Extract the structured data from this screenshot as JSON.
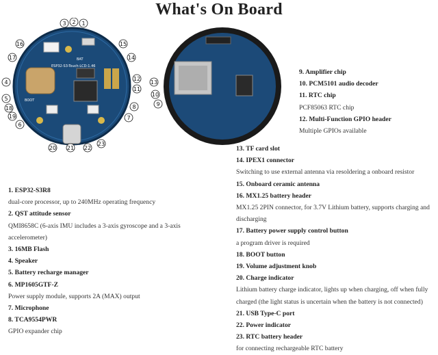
{
  "title": "What's On Board",
  "board_front_label": "ESP32-S3-Touch-LCD-1.46",
  "board_labels": {
    "bat": "BAT",
    "boot": "BOOT"
  },
  "callouts_front": [
    "1",
    "2",
    "3",
    "4",
    "5",
    "6",
    "7",
    "8",
    "11",
    "12",
    "14",
    "15",
    "16",
    "17",
    "18",
    "19",
    "20",
    "21",
    "22",
    "23"
  ],
  "callouts_back": [
    "9",
    "10",
    "13"
  ],
  "items_right_top": [
    {
      "heading": "9. Amplifier chip",
      "desc": ""
    },
    {
      "heading": "10. PCM5101 audio decoder",
      "desc": ""
    },
    {
      "heading": "11. RTC chip",
      "desc": "PCF85063 RTC chip"
    },
    {
      "heading": "12. Multi-Function GPIO header",
      "desc": "Multiple GPIOs available"
    }
  ],
  "items_left": [
    {
      "heading": "1. ESP32-S3R8",
      "desc": "dual-core processor, up to 240MHz operating frequency"
    },
    {
      "heading": "2. QST attitude sensor",
      "desc": "QMI8658C (6-axis IMU includes a 3-axis gyroscope and a 3-axis accelerometer)"
    },
    {
      "heading": "3. 16MB Flash",
      "desc": ""
    },
    {
      "heading": "4. Speaker",
      "desc": ""
    },
    {
      "heading": "5. Battery recharge manager",
      "desc": ""
    },
    {
      "heading": "6. MP1605GTF-Z",
      "desc": "Power supply module, supports 2A (MAX) output"
    },
    {
      "heading": "7. Microphone",
      "desc": ""
    },
    {
      "heading": "8. TCA9554PWR",
      "desc": "GPIO expander chip"
    }
  ],
  "items_right": [
    {
      "heading": "13. TF card slot",
      "desc": ""
    },
    {
      "heading": "14. IPEX1 connector",
      "desc": "Switching to use external antenna via resoldering a onboard resistor"
    },
    {
      "heading": "15. Onboard ceramic antenna",
      "desc": ""
    },
    {
      "heading": "16. MX1.25 battery header",
      "desc": "MX1.25 2PIN connector, for 3.7V Lithium battery, supports charging and discharging"
    },
    {
      "heading": "17. Battery power supply control button",
      "desc": "a program driver is required"
    },
    {
      "heading": "18. BOOT button",
      "desc": ""
    },
    {
      "heading": "19. Volume adjustment knob",
      "desc": ""
    },
    {
      "heading": "20. Charge indicator",
      "desc": "Lithium battery charge indicator, lights up when charging, off when fully charged (the light status is uncertain when the battery is not connected)"
    },
    {
      "heading": "21. USB Type-C port",
      "desc": ""
    },
    {
      "heading": "22. Power indicator",
      "desc": ""
    },
    {
      "heading": "23. RTC battery header",
      "desc": "for connecting rechargeable RTC battery"
    }
  ]
}
